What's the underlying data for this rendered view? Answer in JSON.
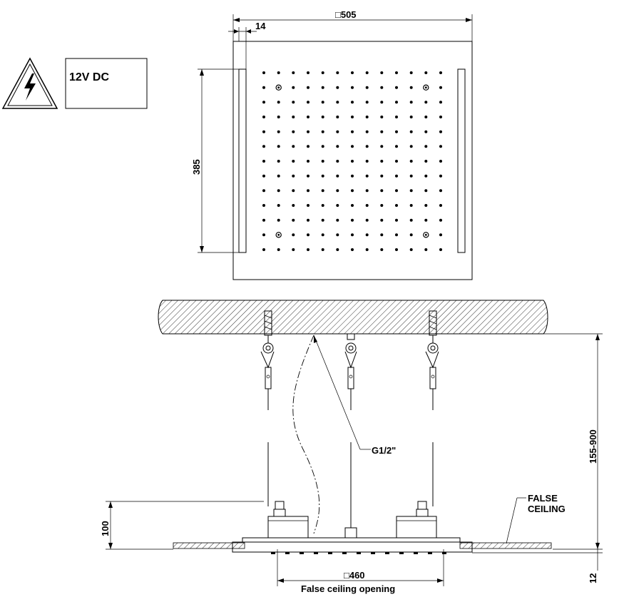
{
  "voltage_label": "12V DC",
  "warning_icon": "high-voltage-warning-icon",
  "dimensions": {
    "width_top": "□505",
    "edge_offset": "14",
    "height_side": "385",
    "ceiling_gap": "155-900",
    "body_height": "100",
    "plate_thickness": "12",
    "opening_size": "□460"
  },
  "labels": {
    "connection": "G1/2\"",
    "false_ceiling_line1": "FALSE",
    "false_ceiling_line2": "CEILING",
    "opening_caption": "False  ceiling  opening"
  },
  "nozzle_grid": {
    "outer_columns": 13,
    "outer_rows": 13,
    "inner_columns": 11,
    "inner_rows": 11
  },
  "colors": {
    "stroke": "#000000",
    "background": "#ffffff"
  }
}
